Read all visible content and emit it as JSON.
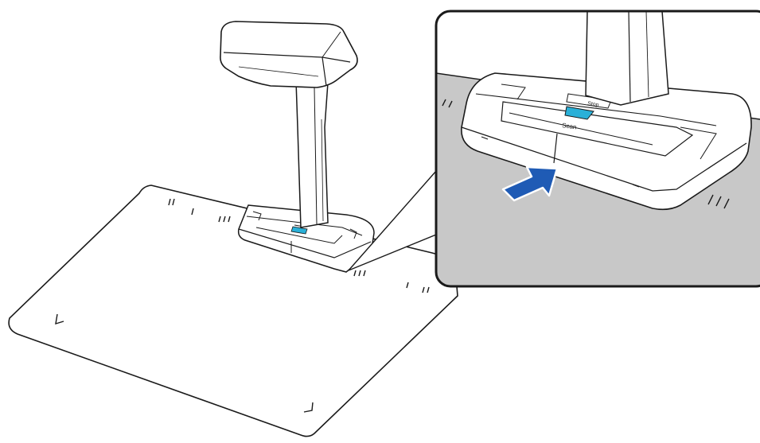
{
  "figure": {
    "scan_button_label": "Scan",
    "stop_button_label": "Stop",
    "colors": {
      "outline": "#1a1a1a",
      "mat": "#ffffff",
      "mat_zoomed": "#c8c8c8",
      "zoom_border": "#1a1a1a",
      "scan_button": "#2ab0d8",
      "arrow": "#1f5bb5",
      "arrow_outline": "#ffffff",
      "device_body": "#ffffff"
    },
    "icons": [
      "scanner-device",
      "background-pad",
      "zoom-callout",
      "push-arrow-icon"
    ]
  }
}
